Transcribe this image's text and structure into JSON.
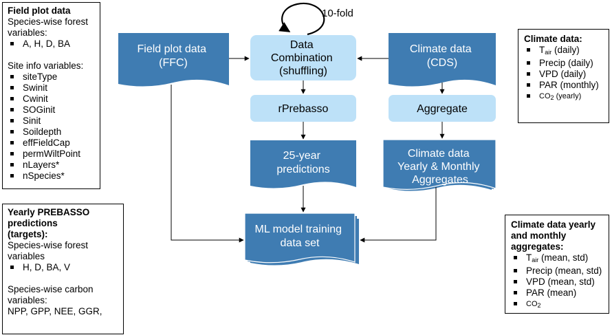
{
  "nodes": {
    "field_plot_data": [
      "Field plot  data",
      "(FFC)"
    ],
    "data_combination": [
      "Data",
      "Combination",
      "(shuffling)"
    ],
    "climate_data": [
      "Climate data",
      "(CDS)"
    ],
    "rprebasso": [
      "rPrebasso"
    ],
    "aggregate": [
      "Aggregate"
    ],
    "predictions": [
      "25-year",
      "predictions"
    ],
    "climate_aggregates": [
      "Climate data",
      "Yearly & Monthly",
      "Aggregates"
    ],
    "ml_training": [
      "ML model training",
      "data set"
    ],
    "loop_label": "10-fold"
  },
  "colors": {
    "dark_blue": "#3F7CB2",
    "light_blue": "#BDE1F8",
    "arrow": "#000000"
  },
  "panel_left_top": {
    "title": "Field plot data",
    "subtitle": "Species-wise forest",
    "subtitle2": "variables:",
    "forest_items": [
      "A, H, D, BA"
    ],
    "site_heading": "Site info variables:",
    "site_items": [
      "siteType",
      "Swinit",
      "Cwinit",
      "SOGinit",
      "Sinit",
      "Soildepth",
      "effFieldCap",
      "permWiltPoint",
      "nLayers*",
      "nSpecies*"
    ]
  },
  "panel_left_bottom": {
    "title1": "Yearly PREBASSO",
    "title2": "predictions",
    "title3": "(targets):",
    "subtitle": "Species-wise forest",
    "subtitle2": "variables",
    "forest_items": [
      "H, D, BA, V"
    ],
    "carbon_heading1": "Species-wise carbon",
    "carbon_heading2": "variables:",
    "carbon_vars": "NPP, GPP, NEE, GGR,"
  },
  "panel_right_top": {
    "title": "Climate data:",
    "tair": {
      "symbol": "T",
      "sub": "air",
      "rest": " (daily)"
    },
    "items": [
      "Precip (daily)",
      "VPD (daily)",
      "PAR (monthly)"
    ],
    "co2": {
      "symbol": "CO",
      "sub": "2",
      "rest": " (yearly)"
    }
  },
  "panel_right_bottom": {
    "title1": "Climate data yearly",
    "title2": "and monthly",
    "title3": "aggregates:",
    "tair": {
      "symbol": "T",
      "sub": "air",
      "rest": " (mean, std)"
    },
    "items": [
      "Precip (mean, std)",
      "VPD (mean, std)",
      "PAR (mean)"
    ],
    "co2": {
      "symbol": "CO",
      "sub": "2",
      "rest": ""
    }
  }
}
